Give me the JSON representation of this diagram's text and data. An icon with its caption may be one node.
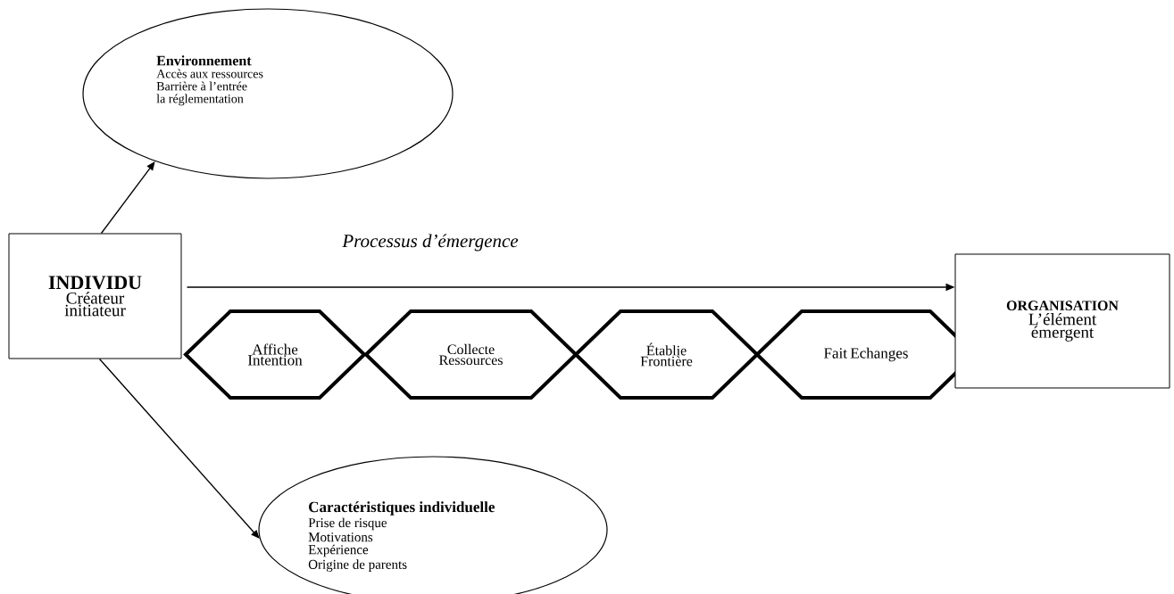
{
  "diagram": {
    "nodes": [
      {
        "text": [
          "Environnement",
          "Accès aux  ressources",
          "Barrière à l’entrée",
          "la réglementation"
        ]
      },
      {
        "text": [
          "INDIVIDU",
          "Créateur initiateur"
        ]
      },
      {
        "text": [
          "Affiche Intention"
        ]
      },
      {
        "text": [
          "Collecte Ressources"
        ]
      },
      {
        "text": [
          "Établie Frontière"
        ]
      },
      {
        "text": [
          "Fait Echanges"
        ]
      },
      {
        "text": [
          "ORGANISATION",
          "L’élément émergent"
        ]
      },
      {
        "text": [
          "Caractéristiques individuelle",
          "Prise de risque",
          "Motivations",
          "Expérience",
          "Origine de parents"
        ]
      }
    ],
    "edges": [
      {
        "from": 1,
        "to": 0,
        "arrow": "to"
      },
      {
        "from": 1,
        "to": 6,
        "arrow": "to",
        "label": "Processus d’émergence"
      },
      {
        "from": 1,
        "to": 7,
        "arrow": "to"
      }
    ]
  }
}
